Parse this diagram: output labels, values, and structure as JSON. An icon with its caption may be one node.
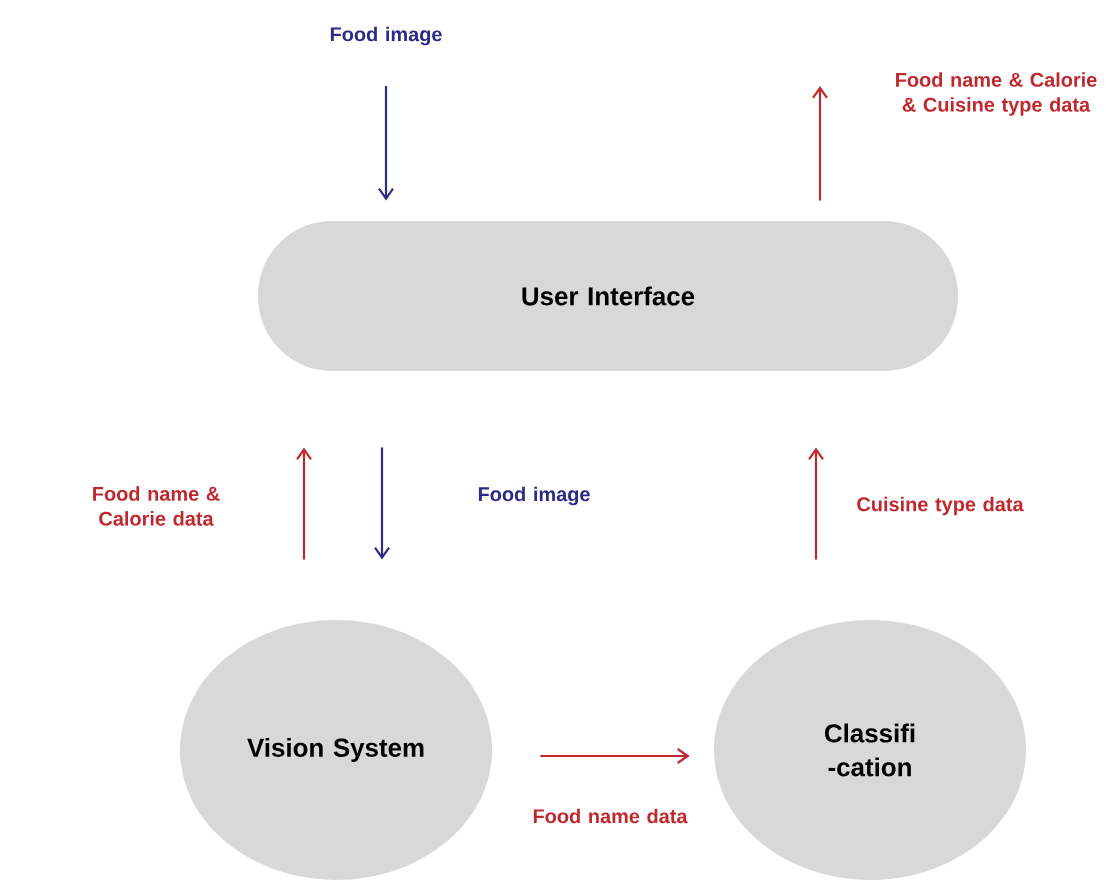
{
  "diagram": {
    "nodes": [
      {
        "text": [
          "User Interface"
        ]
      },
      {
        "text": [
          "Vision System"
        ]
      },
      {
        "text": [
          "Classifi -cation"
        ]
      }
    ],
    "edges": [
      {
        "from": null,
        "to": 0,
        "arrow": "to",
        "label": "Food image",
        "color": "#2b2b85"
      },
      {
        "from": 0,
        "to": null,
        "arrow": "to",
        "label": "Food name & Calorie & Cuisine type data"
      },
      {
        "from": 1,
        "to": 0,
        "arrow": "to",
        "label": "Food name & Calorie data"
      },
      {
        "from": 0,
        "to": 1,
        "arrow": "to",
        "label": "Food image",
        "color": "#2b2b85"
      },
      {
        "from": 2,
        "to": 0,
        "arrow": "to",
        "label": "Cuisine type data"
      },
      {
        "from": 1,
        "to": 2,
        "arrow": "to",
        "label": "Food name data"
      }
    ]
  }
}
